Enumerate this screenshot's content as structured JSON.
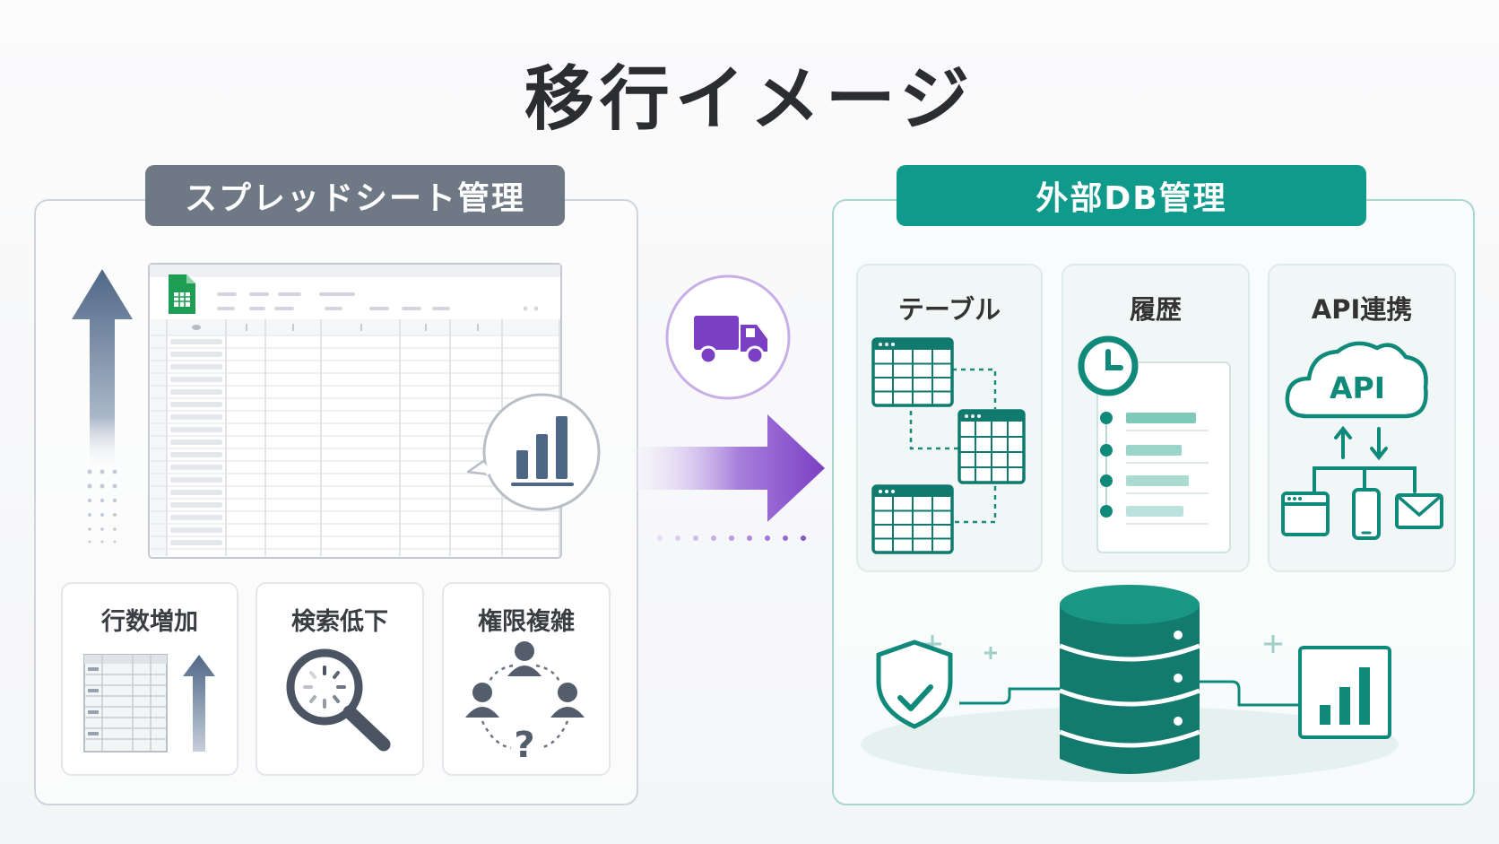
{
  "title": "移行イメージ",
  "left": {
    "header": "スプレッドシート管理",
    "problems": [
      {
        "label": "行数増加",
        "icon": "rows-increase-icon"
      },
      {
        "label": "検索低下",
        "icon": "search-slow-icon"
      },
      {
        "label": "権限複雑",
        "icon": "permission-complex-icon"
      }
    ],
    "spreadsheet_icon": "google-sheets-icon",
    "callout_icon": "bar-chart-icon"
  },
  "transition": {
    "icon": "truck-icon"
  },
  "right": {
    "header": "外部DB管理",
    "features": [
      {
        "label": "テーブル",
        "icon": "linked-tables-icon"
      },
      {
        "label": "履歴",
        "icon": "history-clock-icon"
      },
      {
        "label": "API連携",
        "icon": "api-cloud-icon",
        "badge": "API"
      }
    ],
    "bottom_icons": [
      "shield-check-icon",
      "database-icon",
      "bar-chart-icon"
    ]
  },
  "colors": {
    "left_accent": "#6f7885",
    "right_accent": "#0f9a8c",
    "arrow_purple": "#7b3fc4",
    "up_arrow": "#4f6787"
  }
}
